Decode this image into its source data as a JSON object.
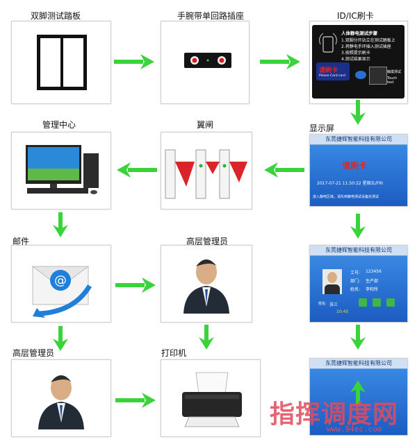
{
  "labels": {
    "pedal": "双脚测试踏板",
    "wrist": "手腕带单回路插座",
    "card_reader": "ID/IC刷卡",
    "display": "显示屏",
    "turnstile": "翼闸",
    "control_center": "管理中心",
    "email": "邮件",
    "senior_manager_1": "高层管理员",
    "senior_manager_2": "高层管理员",
    "printer": "打印机"
  },
  "card_device": {
    "title": "人体静电测试步骤",
    "steps": [
      "1.双脚分开站立在测试踏板上",
      "2.将静电手环插入测试插座",
      "3.按照提示刷卡",
      "4.测试结果显示"
    ],
    "swipe": "请刷卡",
    "brand": "Please Card card",
    "touch_cn": "触摸测试",
    "touch_en": "Touch test"
  },
  "display_screen": {
    "company": "东莞捷辉智能科技有限公司",
    "prompt": "请刷卡",
    "datetime": "2017-07-21  11:50:22  星期五/FRI",
    "footer": "进入静电区域，请先到静电测试设备处测试"
  },
  "result_screen": {
    "company": "东莞捷辉智能科技有限公司",
    "id_label": "工号:",
    "id_value": "123456",
    "dept_label": "部门:",
    "dept_value": "生产部",
    "name_label": "姓名:",
    "name_value": "李和所",
    "person_label": "姓名:",
    "person_value": "张三",
    "time_value": "10:45"
  },
  "final_screen": {
    "company": "东莞捷辉智能科技有限公司"
  },
  "watermark": {
    "title": "指挥调度网",
    "url": "www.94ec.com"
  },
  "colors": {
    "arrow": "#3bd33b",
    "screen_blue": "#2a6fd0",
    "prompt_red": "#e8231d"
  }
}
